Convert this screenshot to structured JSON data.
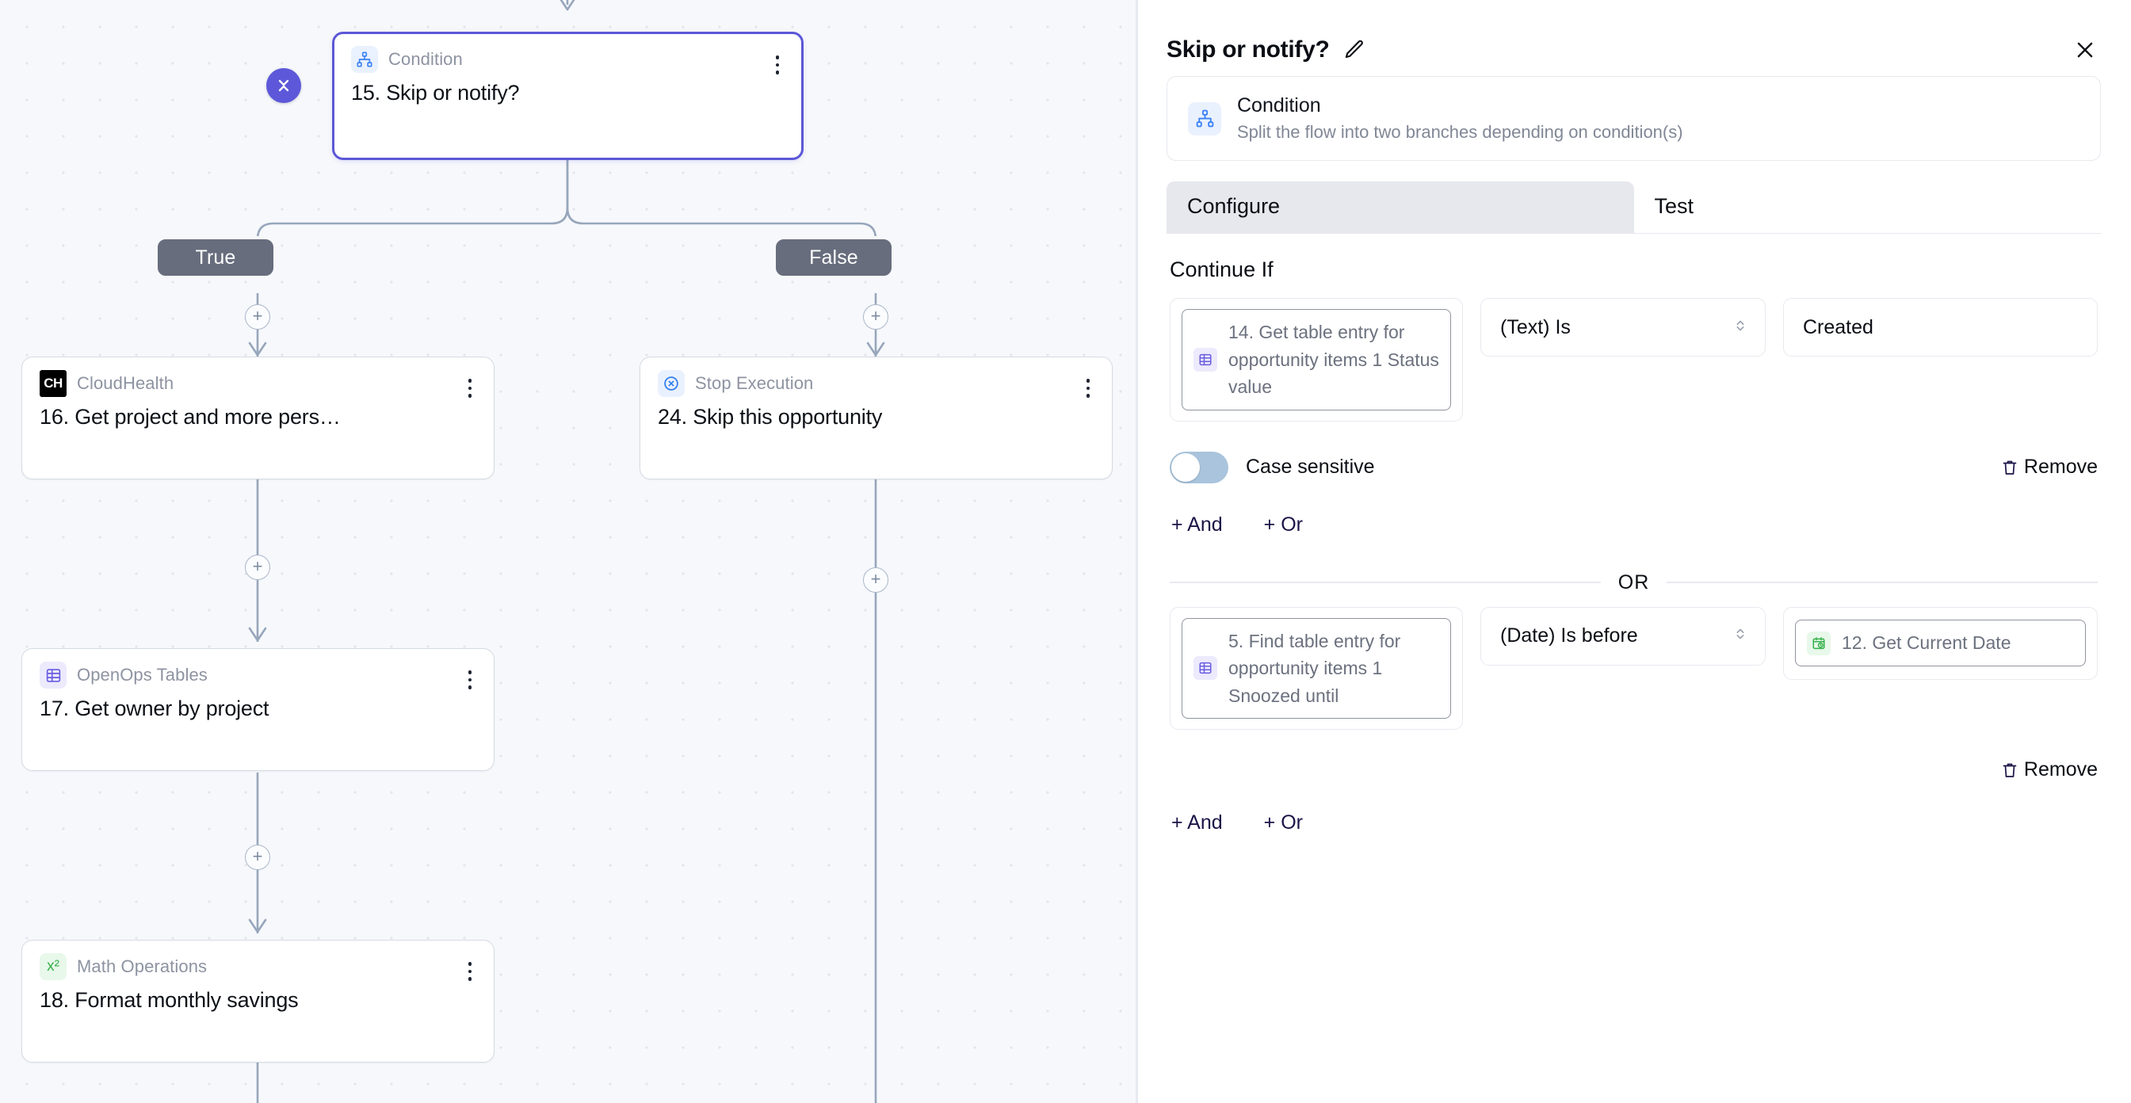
{
  "canvas": {
    "collapse_button": "collapse-chevrons",
    "nodes": [
      {
        "kind": "Condition",
        "title": "15. Skip or notify?",
        "icon": "condition-icon",
        "selected": true
      },
      {
        "kind": "CloudHealth",
        "title": "16. Get project and more pers…",
        "icon": "cloudhealth-icon",
        "selected": false
      },
      {
        "kind": "OpenOps Tables",
        "title": "17. Get owner by project",
        "icon": "table-icon",
        "selected": false
      },
      {
        "kind": "Math Operations",
        "title": "18. Format monthly savings",
        "icon": "math-icon",
        "selected": false
      },
      {
        "kind": "Stop Execution",
        "title": "24. Skip this opportunity",
        "icon": "stop-execution-icon",
        "selected": false
      }
    ],
    "branches": [
      {
        "label": "True"
      },
      {
        "label": "False"
      }
    ],
    "add_button": "+"
  },
  "panel": {
    "title": "Skip or notify?",
    "edit_icon": "pencil-icon",
    "close_icon": "close-icon",
    "piece": {
      "icon": "condition-icon",
      "name": "Condition",
      "description": "Split the flow into two branches depending on condition(s)"
    },
    "tabs": [
      {
        "label": "Configure",
        "active": true
      },
      {
        "label": "Test",
        "active": false
      }
    ],
    "section_title": "Continue If",
    "or_label": "OR",
    "groups": [
      {
        "field": {
          "icon": "table-icon",
          "text": "14. Get table entry for opportunity items 1 Status value"
        },
        "operator": "(Text) Is",
        "value_type": "text",
        "value": "Created",
        "case_sensitive_label": "Case sensitive",
        "case_sensitive_on": false,
        "remove_label": "Remove",
        "and_label": "+ And",
        "or_label": "+ Or"
      },
      {
        "field": {
          "icon": "table-icon",
          "text": "5. Find table entry for opportunity items 1 Snoozed until"
        },
        "operator": "(Date) Is before",
        "value_type": "chip",
        "value": "12. Get Current Date",
        "value_chip_icon": "calendar-clock-icon",
        "remove_label": "Remove",
        "and_label": "+ And",
        "or_label": "+ Or"
      }
    ]
  },
  "colors": {
    "accent_purple": "#5d58d9",
    "branch_pill": "#676d7d",
    "canvas_bg": "#f6f8fb",
    "toggle_off": "#a9c4dc",
    "blue_icon": "#3b82f6",
    "green_icon": "#35b14a",
    "table_icon": "#6a5de0"
  }
}
